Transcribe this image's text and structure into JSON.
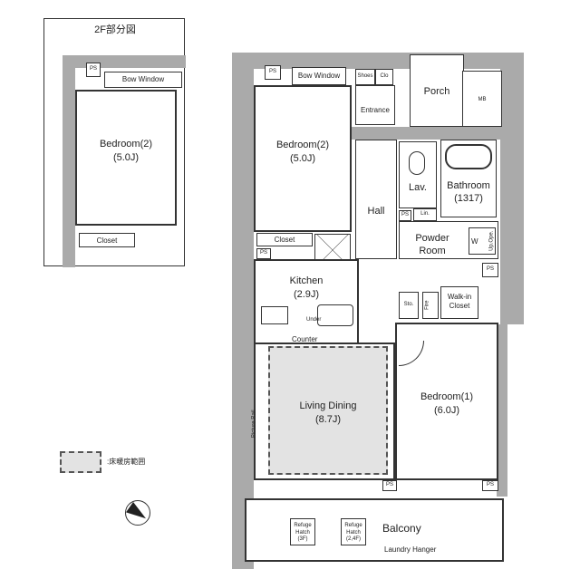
{
  "inset": {
    "title": "2F部分図",
    "bedroom": "Bedroom(2)",
    "bedroom_size": "(5.0J)",
    "bow_window": "Bow Window",
    "ps": "PS",
    "closet": "Closet"
  },
  "rooms": {
    "bedroom2": "Bedroom(2)",
    "bedroom2_size": "(5.0J)",
    "bow_window": "Bow Window",
    "shoes": "Shoes",
    "clo": "Clo",
    "entrance": "Entrance",
    "porch": "Porch",
    "mb": "MB",
    "hall": "Hall",
    "lav": "Lav.",
    "bathroom": "Bathroom",
    "bathroom_size": "(1317)",
    "lin": "Lin.",
    "powder_room": "Powder Room",
    "w": "W",
    "up_ope": "Up.Ope.",
    "closet": "Closet",
    "kitchen": "Kitchen",
    "kitchen_size": "(2.9J)",
    "under": "Under",
    "counter": "Counter",
    "sto": "Sto.",
    "walkin": "Walk-in Closet",
    "fire_hose": "Fire",
    "living": "Living Dining",
    "living_size": "(8.7J)",
    "picture_rail": "Picture Rail",
    "bedroom1": "Bedroom(1)",
    "bedroom1_size": "(6.0J)",
    "balcony": "Balcony",
    "laundry": "Laundry Hanger",
    "refuge1": "Refuge Hatch (3F)",
    "refuge2": "Refuge Hatch (2,4F)"
  },
  "ps_labels": [
    "PS",
    "PS",
    "PS",
    "PS",
    "PS",
    "PS"
  ],
  "legend": {
    "floor_heating": ":床暖房範囲"
  },
  "colors": {
    "wall": "#aaaaaa",
    "heat": "#e3e3e3",
    "line": "#333333"
  }
}
